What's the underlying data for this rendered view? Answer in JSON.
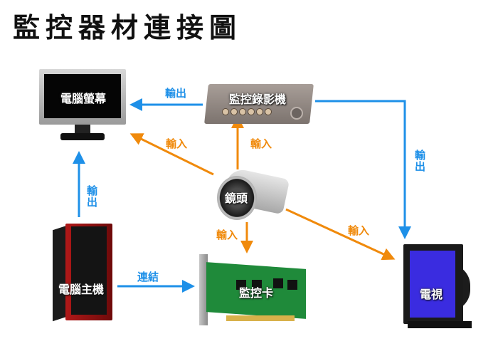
{
  "title": "監控器材連接圖",
  "colors": {
    "output": "#1e90e8",
    "input": "#f08a0c"
  },
  "devices": {
    "monitor": {
      "label": "電腦螢幕",
      "icon": "lcd-monitor-icon"
    },
    "dvr": {
      "label": "監控錄影機",
      "icon": "dvr-recorder-icon"
    },
    "camera": {
      "label": "鏡頭",
      "icon": "cctv-camera-icon"
    },
    "pc": {
      "label": "電腦主機",
      "icon": "desktop-tower-icon"
    },
    "card": {
      "label": "監控卡",
      "icon": "capture-card-icon"
    },
    "tv": {
      "label": "電視",
      "icon": "crt-tv-icon"
    }
  },
  "connections": [
    {
      "from": "dvr",
      "to": "monitor",
      "label": "輸出",
      "type": "output"
    },
    {
      "from": "camera",
      "to": "monitor",
      "label": "輸入",
      "type": "input"
    },
    {
      "from": "camera",
      "to": "dvr",
      "label": "輸入",
      "type": "input"
    },
    {
      "from": "dvr",
      "to": "tv",
      "label": "輸出",
      "type": "output"
    },
    {
      "from": "pc",
      "to": "monitor",
      "label": "輸出",
      "type": "output"
    },
    {
      "from": "camera",
      "to": "card",
      "label": "輸入",
      "type": "input"
    },
    {
      "from": "camera",
      "to": "tv",
      "label": "輸入",
      "type": "input"
    },
    {
      "from": "pc",
      "to": "card",
      "label": "連結",
      "type": "output"
    }
  ]
}
